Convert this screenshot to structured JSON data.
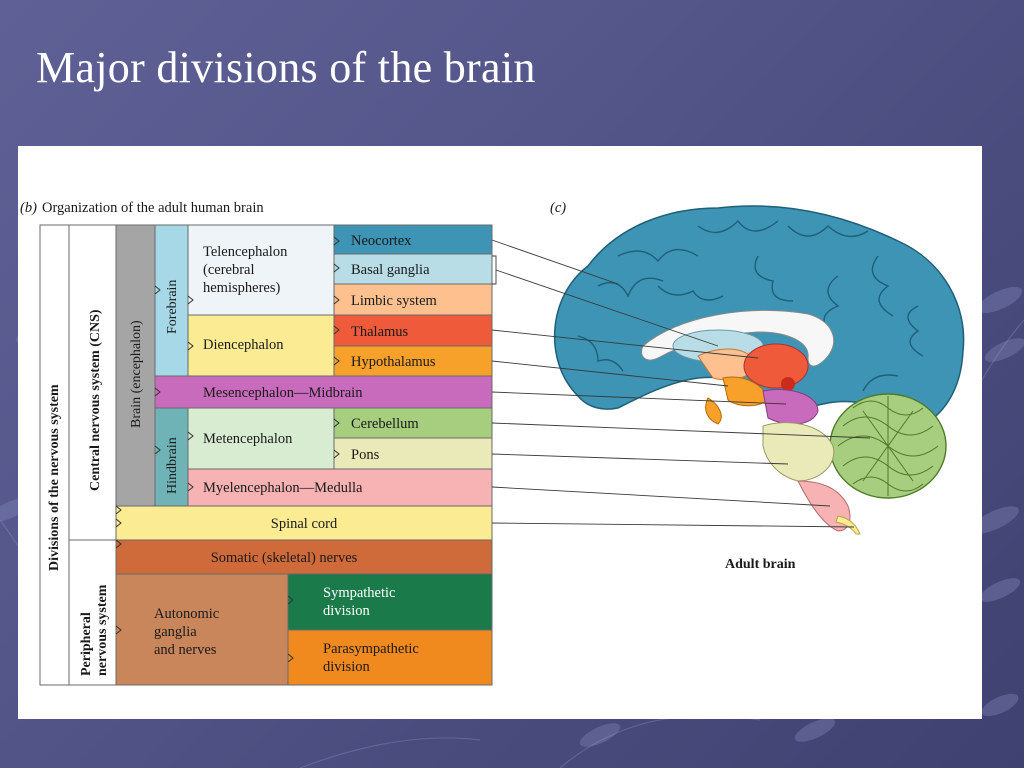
{
  "title": "Major divisions of the brain",
  "panel_b": {
    "letter": "(b)",
    "heading": "Organization of the adult human brain",
    "divisions_label": "Divisions of the nervous system",
    "cns_label": "Central nervous system (CNS)",
    "brain_label": "Brain (encephalon)",
    "forebrain_label": "Forebrain",
    "hindbrain_label": "Hindbrain",
    "telencephalon": [
      "Telencephalon",
      "(cerebral",
      "hemispheres)"
    ],
    "diencephalon": "Diencephalon",
    "mesencephalon": "Mesencephalon—Midbrain",
    "metencephalon": "Metencephalon",
    "myelencephalon": "Myelencephalon—Medulla",
    "spinal_cord": "Spinal cord",
    "neocortex": "Neocortex",
    "basal_ganglia": "Basal ganglia",
    "limbic_system": "Limbic system",
    "thalamus": "Thalamus",
    "hypothalamus": "Hypothalamus",
    "cerebellum": "Cerebellum",
    "pons": "Pons",
    "peripheral_label": [
      "Peripheral",
      "nervous system"
    ],
    "somatic": "Somatic (skeletal) nerves",
    "autonomic": [
      "Autonomic",
      "ganglia",
      "and nerves"
    ],
    "sympathetic": [
      "Sympathetic",
      "division"
    ],
    "parasympathetic": [
      "Parasympathetic",
      "division"
    ]
  },
  "panel_c": {
    "letter": "(c)",
    "caption": "Adult brain"
  },
  "colors": {
    "neocortex": "#3d94b5",
    "basal_ganglia": "#b8dde6",
    "limbic": "#fdc08e",
    "thalamus": "#ef5b3a",
    "hypothalamus": "#f8a12a",
    "midbrain": "#c86bbc",
    "cerebellum": "#a7cd7f",
    "pons": "#eaeab8",
    "medulla": "#f7b3b3",
    "spinal": "#fbeb92",
    "somatic": "#cf6a3a",
    "autonomic": "#c8865a",
    "sympathetic": "#1a7a4a",
    "parasympathetic": "#f08a1e",
    "forebrain": "#a6d8e8",
    "hindbrain": "#6fb3b7",
    "brain": "#a5a5a5"
  }
}
